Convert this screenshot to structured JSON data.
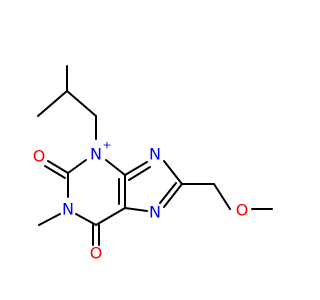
{
  "molecule": {
    "atoms": {
      "n_isobutyl": "N",
      "n_isobutyl_charge": "+",
      "n_methyl": "N",
      "n_imidazole_top": "N",
      "n_imidazole_bottom": "N",
      "o_upper_carbonyl": "O",
      "o_lower_carbonyl": "O",
      "o_ether": "O"
    },
    "colors": {
      "nitrogen": "#0000ff",
      "oxygen": "#ff0000",
      "carbon_bond": "#000000",
      "background": "#ffffff"
    }
  }
}
